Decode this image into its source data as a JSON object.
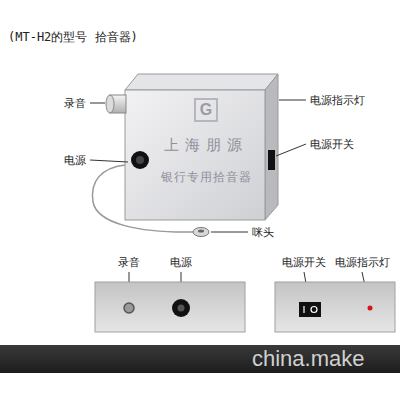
{
  "diagram": {
    "title": "(MT-H2的型号 拾音器)",
    "nodes": [
      {
        "text": [
          "G",
          "上海朋源",
          "银行专用拾音器"
        ]
      },
      {
        "text": [
          "china.make"
        ]
      }
    ],
    "labels": [
      "录音",
      "电源",
      "电源指示灯",
      "电源开关",
      "咪头",
      "录音",
      "电源",
      "电源开关",
      "电源指示灯"
    ]
  }
}
